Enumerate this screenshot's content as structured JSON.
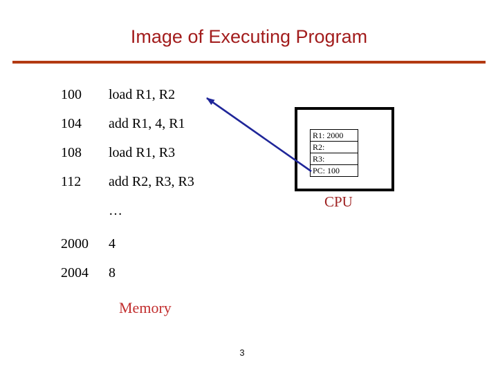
{
  "slide": {
    "title": "Image of Executing Program",
    "page_number": "3",
    "colors": {
      "background": "#ffffff",
      "title_red": "#a21c1c",
      "divider_rust": "#b33a12",
      "memory_label_red": "#c22e2e",
      "cpu_label_red": "#9e2222",
      "arrow_navy": "#1f2699",
      "body_text": "#000000"
    }
  },
  "memory": {
    "label": "Memory",
    "rows": [
      {
        "address": "100",
        "value": "load R1, R2"
      },
      {
        "address": "104",
        "value": "add R1, 4, R1"
      },
      {
        "address": "108",
        "value": "load R1, R3"
      },
      {
        "address": "112",
        "value": "add R2, R3, R3"
      },
      {
        "address": "",
        "value": "…"
      },
      {
        "address": "2000",
        "value": "4"
      },
      {
        "address": "2004",
        "value": "8"
      }
    ]
  },
  "cpu": {
    "label": "CPU",
    "registers": [
      {
        "label": "R1: 2000"
      },
      {
        "label": "R2:"
      },
      {
        "label": "R3:"
      },
      {
        "label": "PC: 100"
      }
    ]
  },
  "arrow": {
    "meaning": "PC register points to instruction at address 100"
  }
}
